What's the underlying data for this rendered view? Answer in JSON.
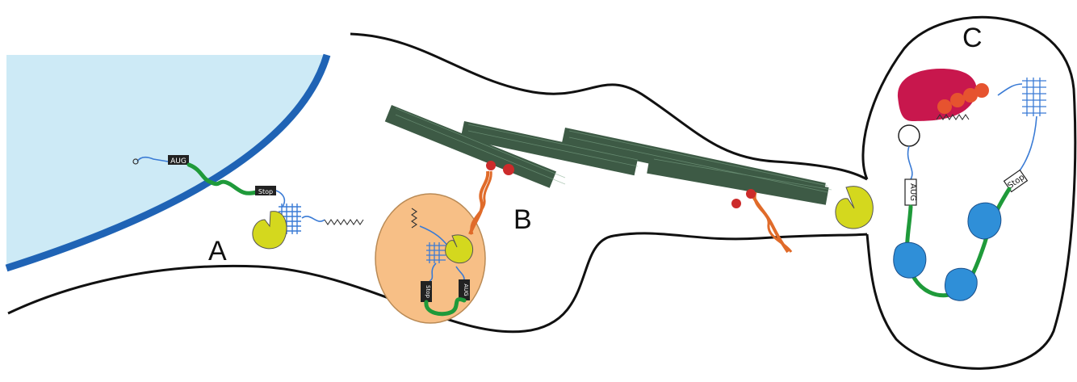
{
  "panels": {
    "a": "A",
    "b": "B",
    "c": "C"
  },
  "labels": {
    "aug_nucleus": "AUG",
    "stop_nucleus": "Stop",
    "aug_granule": "AUG",
    "stop_granule": "Stop",
    "aug_spine": "AUG",
    "stop_spine": "Stop"
  },
  "colors": {
    "nucleus": "#cdeaf6",
    "nuclear_envelope": "#1f63b5",
    "granule": "#f7bf86",
    "ribosome": "#2f8fd8",
    "rbp": "#d4d81e",
    "orf": "#1f9a3a",
    "utr": "#3a7bd5",
    "motor": "#e06b2a",
    "microtubule": "#3d5a45",
    "translation_factor": "#c8174d"
  }
}
